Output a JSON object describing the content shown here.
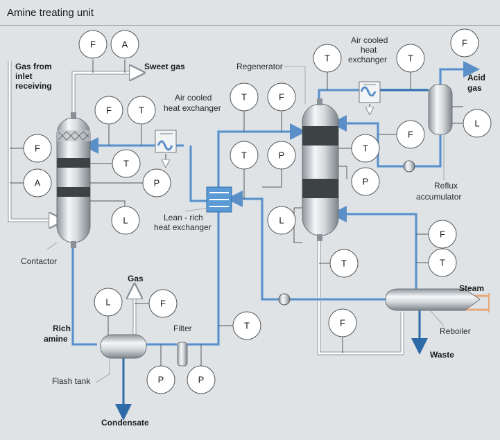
{
  "title": "Amine treating unit",
  "labels": {
    "gas_inlet": [
      "Gas from",
      "inlet",
      "receiving"
    ],
    "sweet_gas": "Sweet gas",
    "air_cooled_hx_1": [
      "Air cooled",
      "heat exchanger"
    ],
    "air_cooled_hx_2": [
      "Air cooled",
      "heat",
      "exchanger"
    ],
    "regenerator": "Regenerator",
    "acid_gas": [
      "Acid",
      "gas"
    ],
    "reflux_accumulator": [
      "Reflux",
      "accumulator"
    ],
    "lean_rich_hx": [
      "Lean - rich",
      "heat exchanger"
    ],
    "contactor": "Contactor",
    "gas": "Gas",
    "rich_amine": [
      "Rich",
      "amine"
    ],
    "filter": "Filter",
    "flash_tank": "Flash tank",
    "condensate": "Condensate",
    "steam": "Steam",
    "reboiler": "Reboiler",
    "waste": "Waste"
  },
  "instruments": [
    {
      "id": "i1",
      "tag": "F"
    },
    {
      "id": "i2",
      "tag": "A"
    },
    {
      "id": "i3",
      "tag": "F"
    },
    {
      "id": "i4",
      "tag": "T"
    },
    {
      "id": "i5",
      "tag": "F"
    },
    {
      "id": "i6",
      "tag": "A"
    },
    {
      "id": "i7",
      "tag": "T"
    },
    {
      "id": "i8",
      "tag": "P"
    },
    {
      "id": "i9",
      "tag": "L"
    },
    {
      "id": "i10",
      "tag": "T"
    },
    {
      "id": "i11",
      "tag": "F"
    },
    {
      "id": "i12",
      "tag": "T"
    },
    {
      "id": "i13",
      "tag": "P"
    },
    {
      "id": "i14",
      "tag": "T"
    },
    {
      "id": "i15",
      "tag": "T"
    },
    {
      "id": "i16",
      "tag": "F"
    },
    {
      "id": "i17",
      "tag": "L"
    },
    {
      "id": "i18",
      "tag": "F"
    },
    {
      "id": "i19",
      "tag": "T"
    },
    {
      "id": "i20",
      "tag": "P"
    },
    {
      "id": "i21",
      "tag": "L"
    },
    {
      "id": "i22",
      "tag": "F"
    },
    {
      "id": "i23",
      "tag": "T"
    },
    {
      "id": "i24",
      "tag": "T"
    },
    {
      "id": "i25",
      "tag": "F"
    },
    {
      "id": "i26",
      "tag": "L"
    },
    {
      "id": "i27",
      "tag": "F"
    },
    {
      "id": "i28",
      "tag": "T"
    },
    {
      "id": "i29",
      "tag": "P"
    },
    {
      "id": "i30",
      "tag": "P"
    }
  ]
}
